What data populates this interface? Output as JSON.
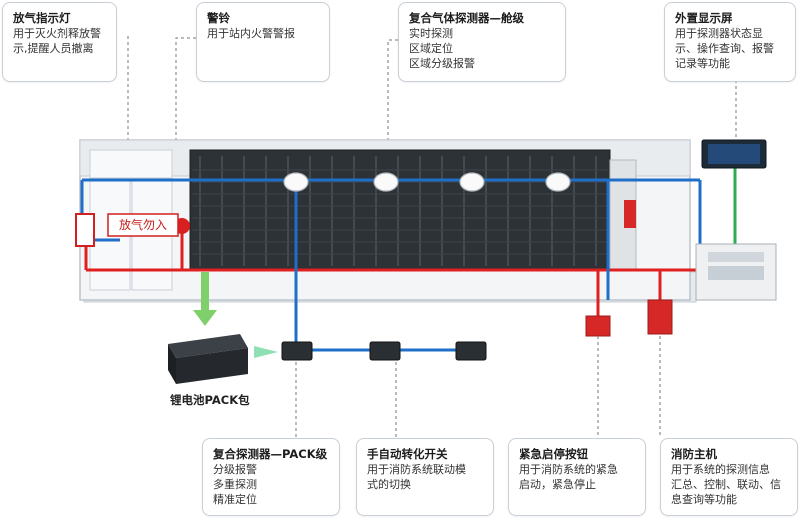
{
  "callouts": {
    "release_lamp": {
      "title": "放气指示灯",
      "body": [
        "用于灭火剂释放警",
        "示,提醒人员撤离"
      ]
    },
    "alarm_bell": {
      "title": "警铃",
      "body": [
        "用于站内火警警报"
      ]
    },
    "cabin_detector": {
      "title": "复合气体探测器—舱级",
      "body": [
        "实时探测",
        "区域定位",
        "区域分级报警"
      ]
    },
    "external_display": {
      "title": "外置显示屏",
      "body": [
        "用于探测器状态显",
        "示、操作查询、报警",
        "记录等功能"
      ]
    },
    "pack_detector": {
      "title": "复合探测器—PACK级",
      "body": [
        "分级报警",
        "多重探测",
        "精准定位"
      ]
    },
    "auto_manual_switch": {
      "title": "手自动转化开关",
      "body": [
        "用于消防系统联动模",
        "式的切换"
      ]
    },
    "emergency_button": {
      "title": "紧急启停按钮",
      "body": [
        "用于消防系统的紧急",
        "启动，紧急停止"
      ]
    },
    "fire_host": {
      "title": "消防主机",
      "body": [
        "用于系统的探测信息",
        "汇总、控制、联动、信",
        "息查询等功能"
      ]
    }
  },
  "container": {
    "warning_sign": "放气勿入"
  },
  "battery_pack_label": "锂电池PACK包",
  "colors": {
    "red_line": "#e02020",
    "blue_line": "#1f6fc9",
    "green_line": "#2faa55",
    "card_border": "#c9cfd6"
  }
}
